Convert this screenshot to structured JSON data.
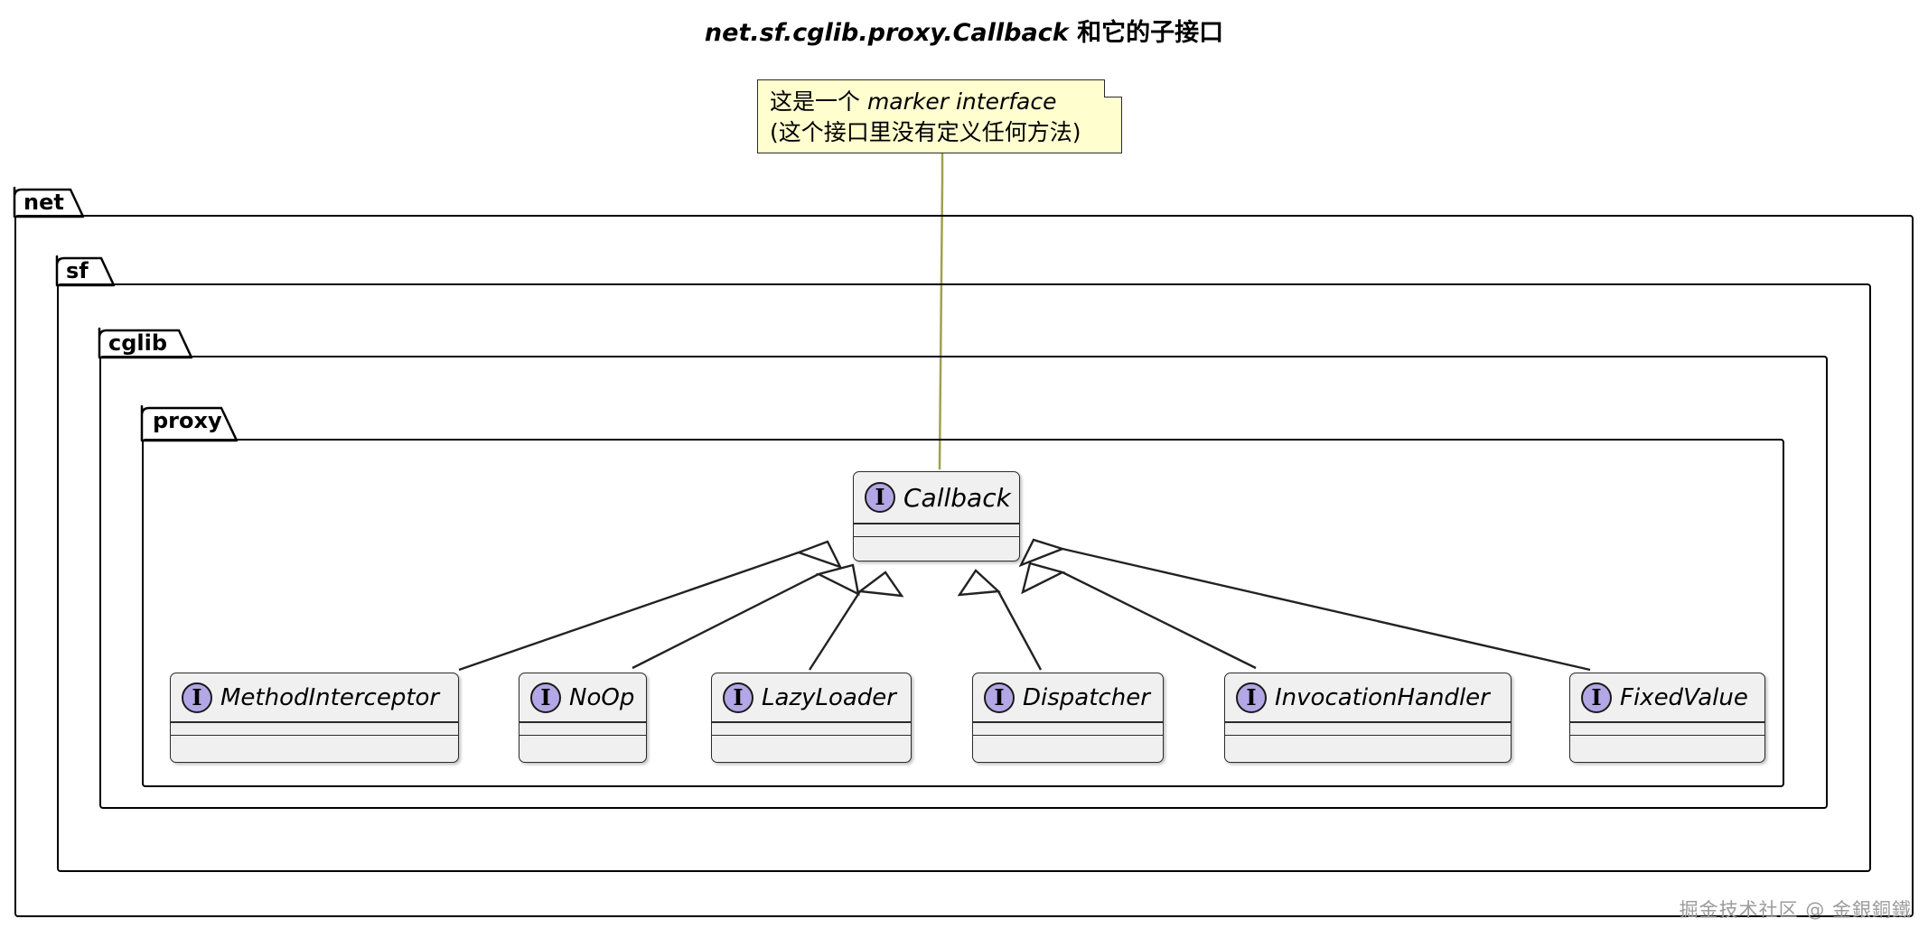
{
  "title": {
    "qualified_name": "net.sf.cglib.proxy.Callback",
    "suffix": " 和它的子接口",
    "full": "net.sf.cglib.proxy.Callback 和它的子接口"
  },
  "note": {
    "line1_prefix": "这是一个 ",
    "line1_emphasis": "marker interface",
    "line2": "(这个接口里没有定义任何方法)",
    "fill_color": "#FEFECE",
    "border_color": "#2b2b2b"
  },
  "packages": [
    {
      "name": "net",
      "label": "net"
    },
    {
      "name": "sf",
      "label": "sf"
    },
    {
      "name": "cglib",
      "label": "cglib"
    },
    {
      "name": "proxy",
      "label": "proxy"
    }
  ],
  "root_interface": {
    "name": "Callback",
    "stereotype_glyph": "I",
    "icon_color": "#B4A7E5",
    "fill_color": "#F0F0F0"
  },
  "sub_interfaces": [
    {
      "name": "MethodInterceptor",
      "stereotype_glyph": "I"
    },
    {
      "name": "NoOp",
      "stereotype_glyph": "I"
    },
    {
      "name": "LazyLoader",
      "stereotype_glyph": "I"
    },
    {
      "name": "Dispatcher",
      "stereotype_glyph": "I"
    },
    {
      "name": "InvocationHandler",
      "stereotype_glyph": "I"
    },
    {
      "name": "FixedValue",
      "stereotype_glyph": "I"
    }
  ],
  "relationship": {
    "kind": "generalization",
    "arrow": "hollow-triangle",
    "count": 6
  },
  "watermark": "掘金技术社区 @ 金銀銅鐵"
}
